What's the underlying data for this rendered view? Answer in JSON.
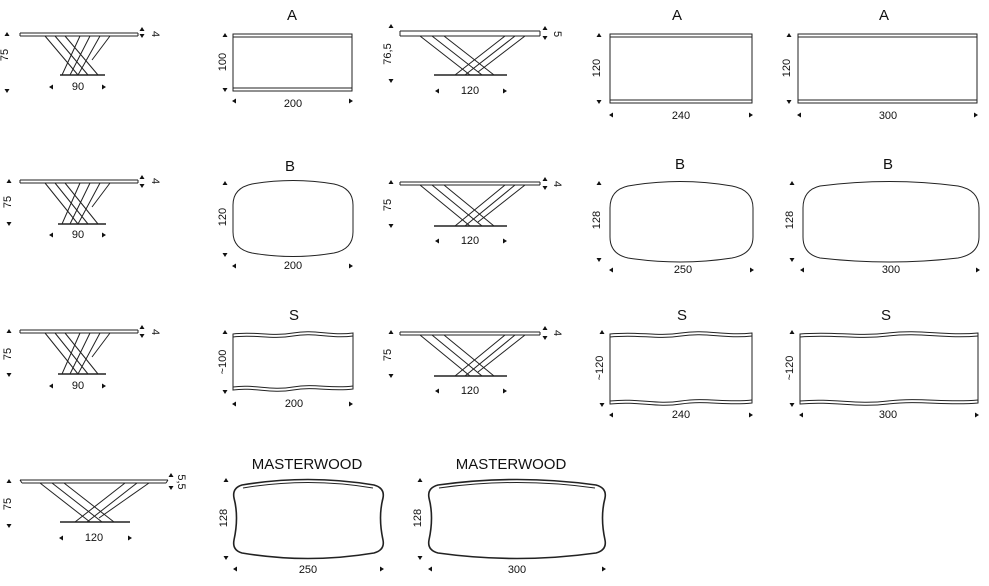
{
  "labels": {
    "a1": "A",
    "a2": "A",
    "a3": "A",
    "b1": "B",
    "b2": "B",
    "b3": "B",
    "s1": "S",
    "s2": "S",
    "s3": "S",
    "m1": "MASTERWOOD",
    "m2": "MASTERWOOD"
  },
  "dims": {
    "r1_side1_h": "75",
    "r1_side1_t": "4",
    "r1_side1_w": "90",
    "r1_top1_h": "100",
    "r1_top1_w": "200",
    "r1_side2_h": "76,5",
    "r1_side2_t": "5",
    "r1_side2_w": "120",
    "r1_top2_h": "120",
    "r1_top2_w": "240",
    "r1_top3_h": "120",
    "r1_top3_w": "300",
    "r2_side1_h": "75",
    "r2_side1_t": "4",
    "r2_side1_w": "90",
    "r2_top1_h": "120",
    "r2_top1_w": "200",
    "r2_side2_h": "75",
    "r2_side2_t": "4",
    "r2_side2_w": "120",
    "r2_top2_h": "128",
    "r2_top2_w": "250",
    "r2_top3_h": "128",
    "r2_top3_w": "300",
    "r3_side1_h": "75",
    "r3_side1_t": "4",
    "r3_side1_w": "90",
    "r3_top1_h": "~100",
    "r3_top1_w": "200",
    "r3_side2_h": "75",
    "r3_side2_t": "4",
    "r3_side2_w": "120",
    "r3_top2_h": "~120",
    "r3_top2_w": "240",
    "r3_top3_h": "~120",
    "r3_top3_w": "300",
    "r4_side1_h": "75",
    "r4_side1_t": "5,5",
    "r4_side1_w": "120",
    "r4_top1_h": "128",
    "r4_top1_w": "250",
    "r4_top2_h": "128",
    "r4_top2_w": "300"
  }
}
